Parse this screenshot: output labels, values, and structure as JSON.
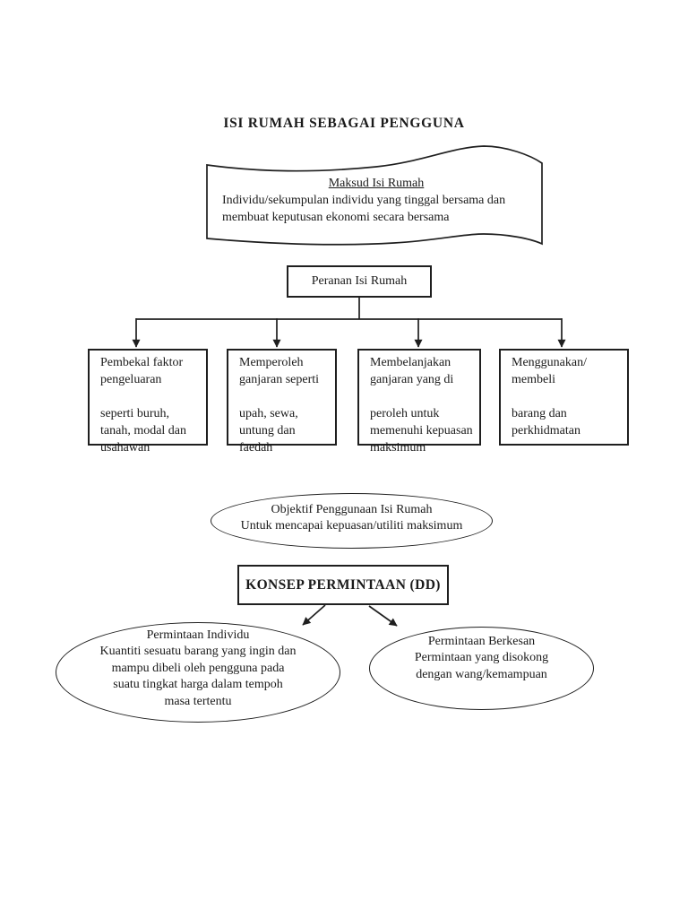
{
  "page": {
    "title": "ISI RUMAH SEBAGAI PENGGUNA"
  },
  "banner": {
    "heading": "Maksud Isi Rumah",
    "body": "Individu/sekumpulan individu yang tinggal bersama dan\nmembuat keputusan ekonomi secara bersama"
  },
  "peranan_box": {
    "label": "Peranan Isi Rumah"
  },
  "role_boxes": [
    {
      "text": "Pembekal faktor\npengeluaran\n\nseperti buruh,\ntanah, modal dan\nusahawan"
    },
    {
      "text": "Memperoleh\nganjaran seperti\n\nupah, sewa,\nuntung dan\nfaedah"
    },
    {
      "text": "Membelanjakan\nganjaran yang di\n\nperoleh untuk\nmemenuhi kepuasan\nmaksimum"
    },
    {
      "text": "Menggunakan/\nmembeli\n\nbarang dan\nperkhidmatan"
    }
  ],
  "objective_ellipse": {
    "text": "Objektif Penggunaan Isi Rumah\nUntuk mencapai kepuasan/utiliti maksimum"
  },
  "konsep_box": {
    "label": "KONSEP PERMINTAAN (DD)"
  },
  "demand_ellipses": [
    {
      "text": "Permintaan Individu\nKuantiti sesuatu barang yang ingin dan\nmampu dibeli oleh pengguna pada\nsuatu tingkat harga dalam tempoh\nmasa tertentu"
    },
    {
      "text": "Permintaan Berkesan\nPermintaan yang disokong\ndengan wang/kemampuan"
    }
  ],
  "colors": {
    "line": "#1f1f1f",
    "background": "#ffffff",
    "text": "#1a1a1a"
  }
}
